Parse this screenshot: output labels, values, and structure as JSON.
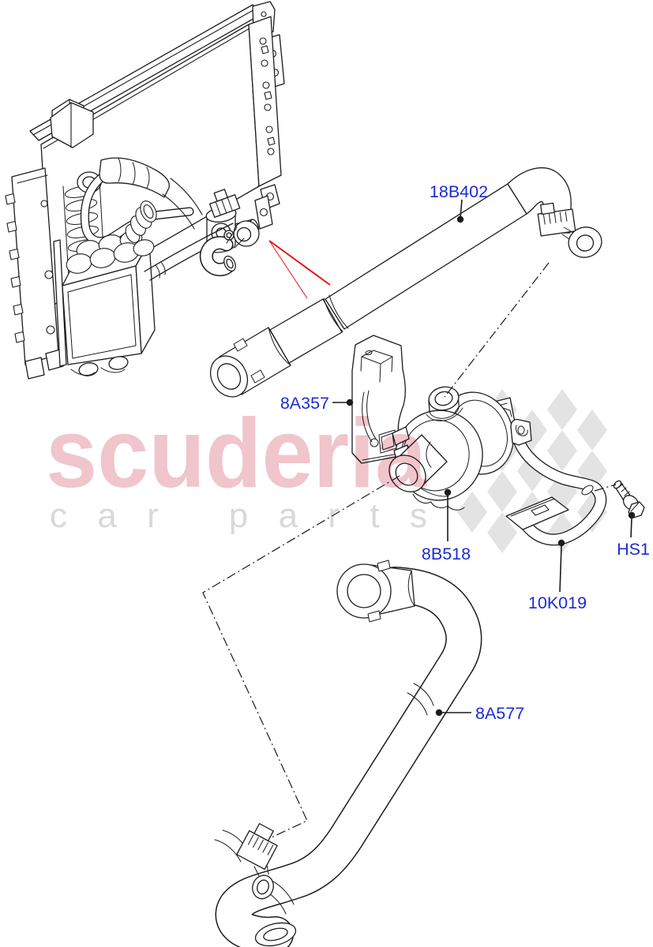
{
  "watermark": {
    "brand": "scuderia",
    "tagline": "car parts"
  },
  "callouts": {
    "hose_upper": "18B402",
    "bracket_support": "8A357",
    "pump": "8B518",
    "screw": "HS1",
    "bracket_mount": "10K019",
    "hose_lower": "8A577"
  },
  "colors": {
    "callout_text": "#1c2bd4",
    "line_art": "#1c1c1c",
    "pointer_arrow": "#ee1111",
    "brand_watermark": "#f0c5cc",
    "tagline_watermark": "#d9d9d9",
    "flag_checker": "#e3e3e3"
  }
}
